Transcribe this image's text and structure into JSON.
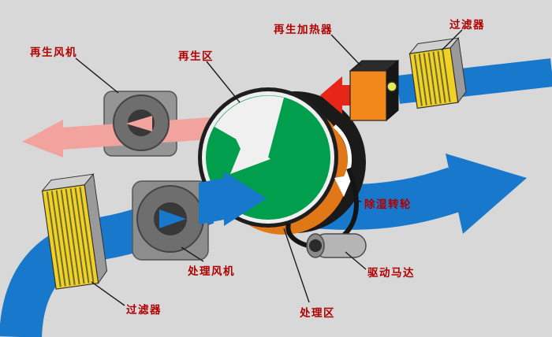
{
  "diagram": {
    "type": "desiccant-wheel-dehumidifier-schematic",
    "labels": {
      "regen_fan": "再生风机",
      "regen_zone": "再生区",
      "regen_heater": "再生加热器",
      "filter_top": "过滤器",
      "wheel": "除湿转轮",
      "process_fan": "处理风机",
      "drive_motor": "驱动马达",
      "filter_bottom": "过滤器",
      "process_zone": "处理区"
    },
    "colors": {
      "background": "#d8d8d8",
      "label_text": "#b00000",
      "process_air_blue": "#1878cc",
      "hot_air_red": "#e52619",
      "regen_exhaust_pink": "#f2a39e",
      "wheel_green": "#009e4d",
      "heater_orange": "#f2871c",
      "filter_yellow": "#f2d125",
      "housing_gray": "#8d8d8d"
    }
  }
}
